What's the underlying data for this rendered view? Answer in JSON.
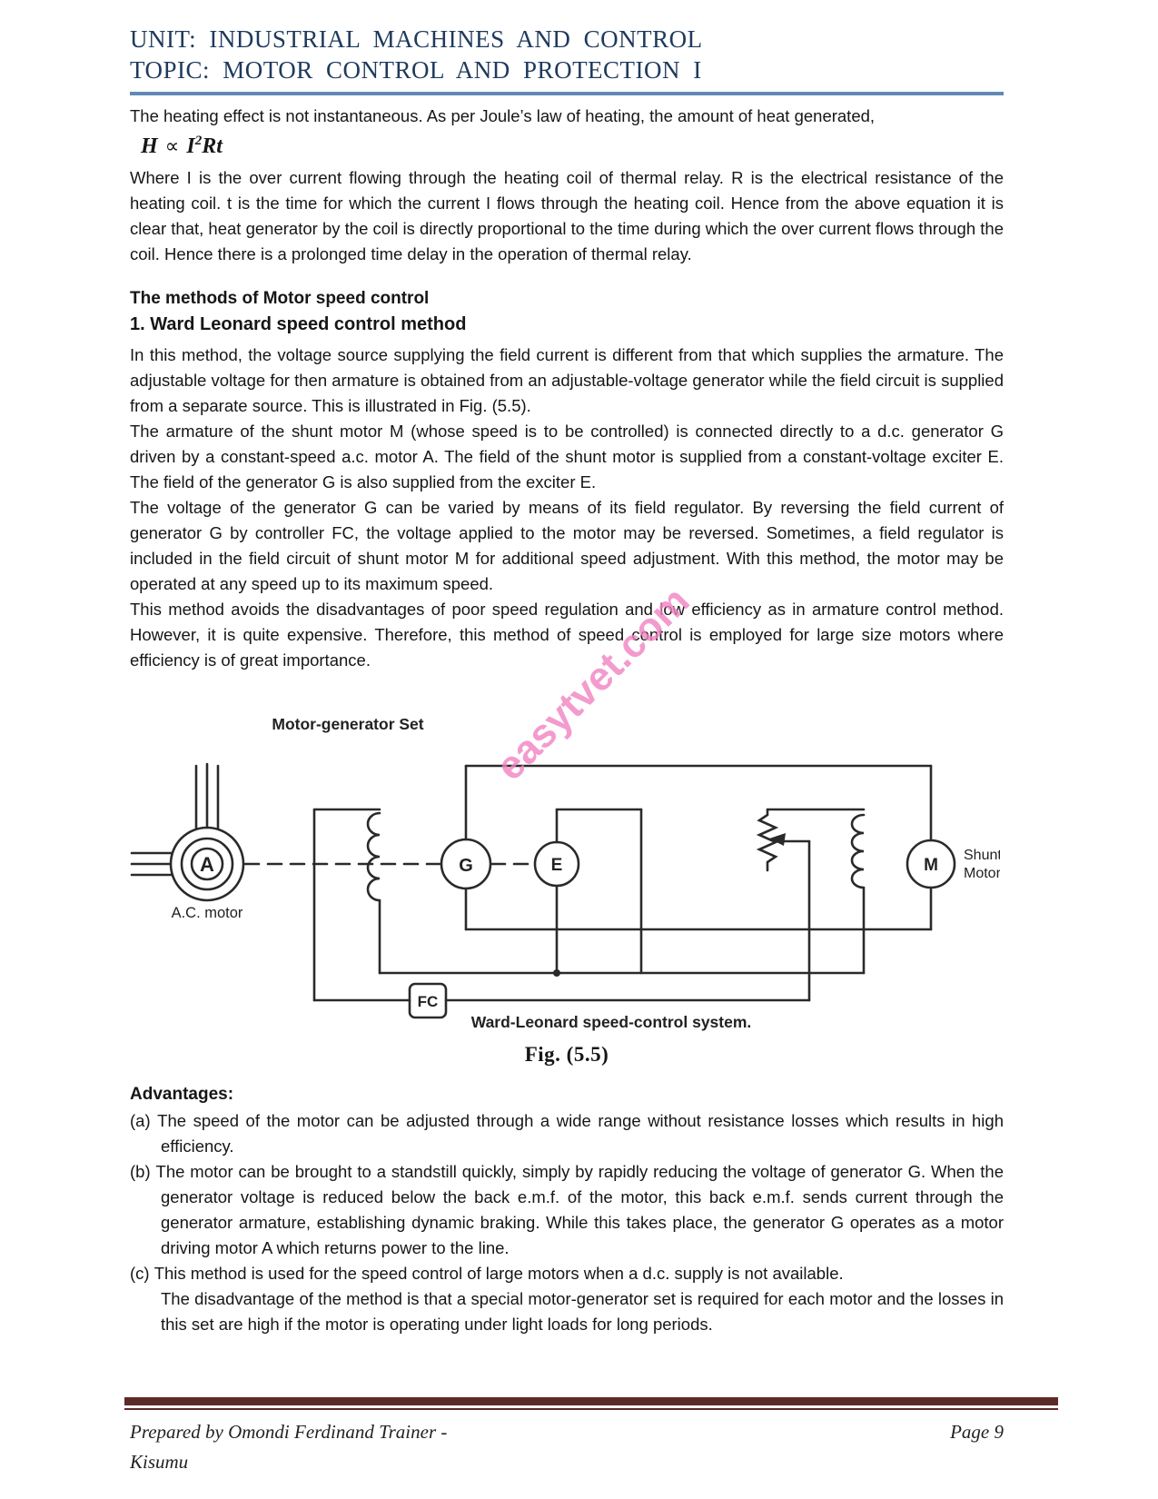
{
  "page": {
    "title_unit": "UNIT: INDUSTRIAL MACHINES AND CONTROL",
    "title_topic": "TOPIC: MOTOR CONTROL AND PROTECTION I"
  },
  "body": {
    "p_intro": "The heating effect is not instantaneous. As per Joule’s law of heating, the amount of heat generated,",
    "formula": {
      "lhs": "H",
      "prop": "∝",
      "base": "I",
      "exp": "2",
      "rest": "Rt"
    },
    "p_joule": "Where I is the over current flowing through the heating coil of thermal relay. R is the electrical resistance of the heating coil. t is the time for which the current I flows through the heating coil. Hence from the above equation it is clear that, heat generator by the coil is directly proportional to the time during which the over current flows through the coil. Hence there is a prolonged time delay in the operation of thermal relay.",
    "h_methods": "The methods of Motor speed control",
    "h_ward": "1. Ward Leonard speed control method",
    "p1": "In this method, the voltage source supplying the field current is different from that which supplies the armature. The adjustable voltage for then armature is obtained from an adjustable-voltage generator while the field circuit is supplied from a separate source. This is illustrated in Fig. (5.5).",
    "p2": "The armature of the shunt motor M (whose speed is to be controlled) is connected directly to a d.c. generator G driven by a constant-speed a.c. motor A. The field of the shunt motor is supplied from a constant-voltage exciter E. The field of the generator G is also supplied from the exciter E.",
    "p3": "The voltage of the generator G can be varied by means of its field regulator. By reversing the field current of generator G by controller FC, the voltage applied to the motor may be reversed. Sometimes, a field regulator is included in the field circuit of shunt motor M for additional speed adjustment. With this method, the motor may be operated at any speed up to its maximum speed.",
    "p4": "This method avoids the disadvantages of poor speed regulation and low efficiency as in armature control method. However, it is quite expensive. Therefore, this method of speed control is employed for large size motors where efficiency is of great importance."
  },
  "figure": {
    "label_set": "Motor-generator Set",
    "label_ac_motor": "A.C. motor",
    "label_a": "A",
    "label_g": "G",
    "label_e": "E",
    "label_m": "M",
    "label_fc": "FC",
    "label_shunt_line1": "Shunt",
    "label_shunt_line2": "Motor",
    "caption": "Ward-Leonard speed-control system.",
    "fig_no": "Fig. (5.5)"
  },
  "advantages": {
    "heading": "Advantages:",
    "items": [
      {
        "label": "(a)",
        "text": "The speed of the motor can be adjusted through a wide range without resistance losses which results in high efficiency."
      },
      {
        "label": "(b)",
        "text": "The motor can be brought to a standstill quickly, simply by rapidly reducing the voltage of generator G. When the generator voltage is reduced below the back e.m.f. of the motor, this back e.m.f. sends current through the generator armature, establishing dynamic braking. While this takes place, the generator G operates as a motor driving motor A which returns power to the line."
      },
      {
        "label": "(c)",
        "text": "This method is used for the speed control of large motors when a d.c. supply is not available.",
        "extra": "The disadvantage of the method is that a special motor-generator set is required for each motor and the losses in this set are high if the motor is operating under light loads for long periods."
      }
    ]
  },
  "watermark": {
    "text": "easytvet.com",
    "color": "#f183c3"
  },
  "footer": {
    "prepared_line1": "Prepared by Omondi Ferdinand Trainer -",
    "prepared_line2": "Kisumu",
    "page_label": "Page 9"
  },
  "colors": {
    "heading_text": "#1e3a5c",
    "header_rule": "#6189b5",
    "footer_bar": "#5c2a28",
    "watermark_pink": "#f183c3"
  }
}
